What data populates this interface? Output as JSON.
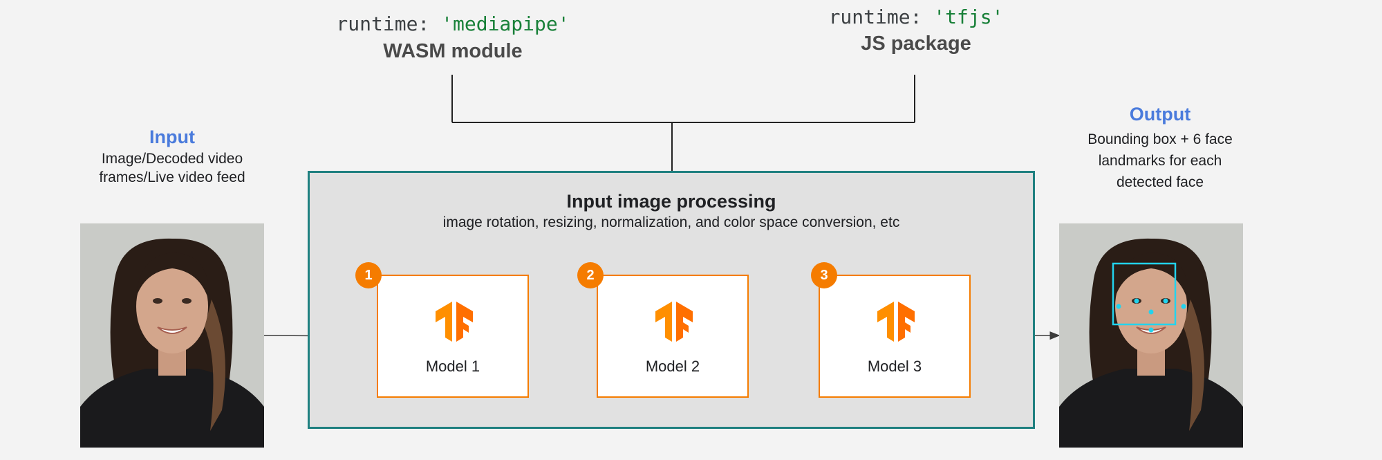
{
  "runtimes": {
    "mediapipe": {
      "prefix": "runtime:",
      "value": "'mediapipe'",
      "title": "WASM module"
    },
    "tfjs": {
      "prefix": "runtime:",
      "value": "'tfjs'",
      "title": "JS package"
    }
  },
  "input": {
    "title": "Input",
    "desc_line1": "Image/Decoded video",
    "desc_line2": "frames/Live video feed"
  },
  "output": {
    "title": "Output",
    "desc_line1": "Bounding box + 6 face",
    "desc_line2": "landmarks for each",
    "desc_line3": "detected face"
  },
  "processing": {
    "title": "Input image processing",
    "desc": "image rotation, resizing, normalization, and color space conversion, etc"
  },
  "models": [
    {
      "number": "1",
      "label": "Model 1"
    },
    {
      "number": "2",
      "label": "Model 2"
    },
    {
      "number": "3",
      "label": "Model 3"
    }
  ],
  "colors": {
    "accent_orange": "#f57c00",
    "processing_border": "#1f8080",
    "io_title_blue": "#4a7bdc",
    "runtime_value_green": "#188038",
    "detection_box_cyan": "#22d3ee"
  }
}
